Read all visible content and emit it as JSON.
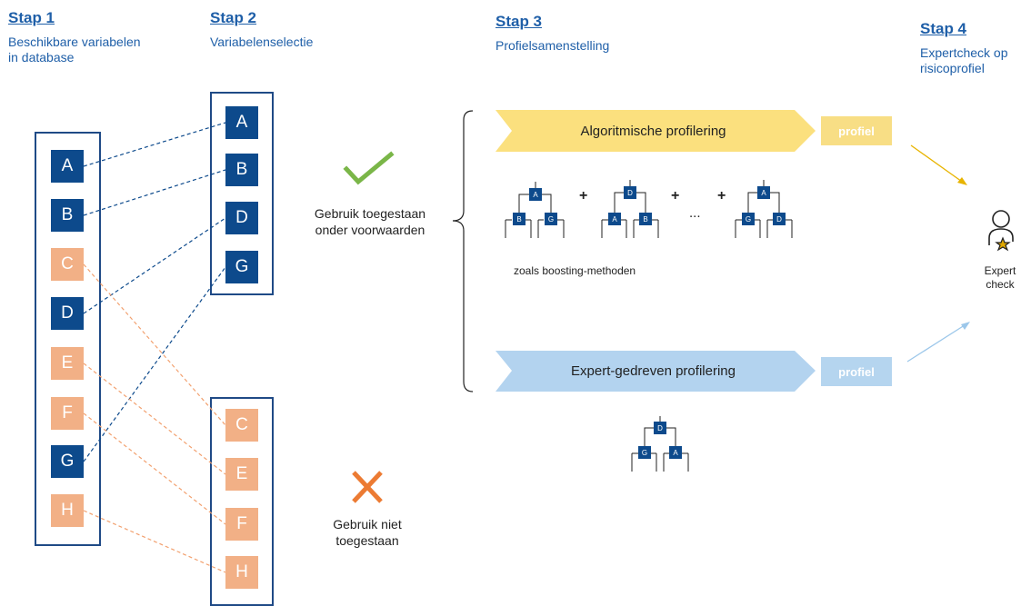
{
  "steps": [
    {
      "head": "Stap 1",
      "sub1": "Beschikbare variabelen",
      "sub2": "in database"
    },
    {
      "head": "Stap 2",
      "sub1": "Variabelenselectie",
      "sub2": ""
    },
    {
      "head": "Stap 3",
      "sub1": "Profielsamenstelling",
      "sub2": ""
    },
    {
      "head": "Stap 4",
      "sub1": "Expertcheck op",
      "sub2": "risicoprofiel"
    }
  ],
  "variables": [
    "A",
    "B",
    "C",
    "D",
    "E",
    "F",
    "G",
    "H"
  ],
  "selected": [
    "A",
    "B",
    "D",
    "G"
  ],
  "rejected": [
    "C",
    "E",
    "F",
    "H"
  ],
  "allowed": {
    "line1": "Gebruik toegestaan",
    "line2": "onder voorwaarden"
  },
  "not_allowed": {
    "line1": "Gebruik niet",
    "line2": "toegestaan"
  },
  "algo": {
    "label": "Algoritmische profilering",
    "profiel": "profiel",
    "example": "zoals boosting-methoden",
    "ellipsis": "...",
    "plus": "+"
  },
  "expert_driven": {
    "label": "Expert-gedreven profilering",
    "profiel": "profiel"
  },
  "expert": {
    "line1": "Expert",
    "line2": "check"
  },
  "trees": [
    {
      "root": "A",
      "left": "B",
      "right": "G"
    },
    {
      "root": "D",
      "left": "A",
      "right": "B"
    },
    {
      "root": "A",
      "left": "G",
      "right": "D"
    },
    {
      "root": "D",
      "left": "G",
      "right": "A"
    }
  ],
  "colors": {
    "allowed_box": "#0d4a8c",
    "rejected_box": "#f2b086",
    "algo_arrow": "#fbe07e",
    "expert_arrow": "#b3d3ef",
    "algo_profiel": "#f8de85",
    "expert_profiel": "#b5d5ef",
    "check": "#7ab648",
    "cross": "#ec7b33",
    "expert_icon": "#e0a800"
  }
}
